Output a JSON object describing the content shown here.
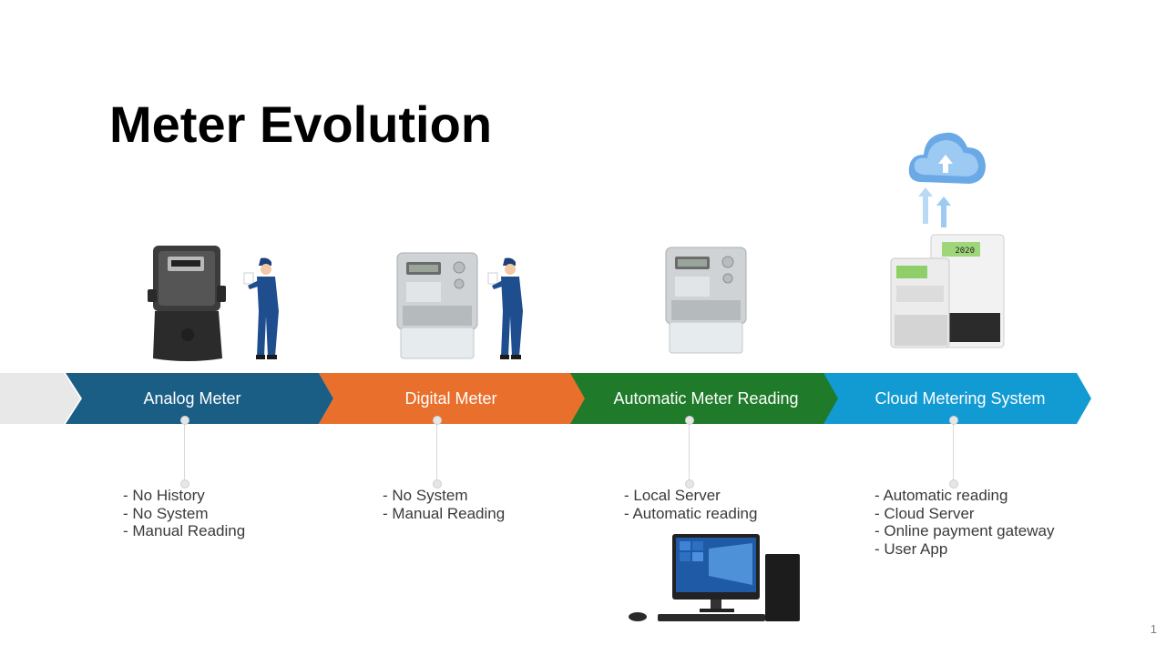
{
  "slide": {
    "title": "Meter Evolution",
    "page_number": "1"
  },
  "stages": [
    {
      "label": "Analog Meter",
      "color": "#1b5e85",
      "bullets": [
        "- No History",
        "- No System",
        "- Manual Reading"
      ]
    },
    {
      "label": "Digital Meter",
      "color": "#e86f2c",
      "bullets": [
        "- No System",
        "- Manual Reading"
      ]
    },
    {
      "label": "Automatic Meter Reading",
      "color": "#1f7a2a",
      "bullets": [
        "- Local Server",
        "- Automatic reading"
      ]
    },
    {
      "label": "Cloud Metering System",
      "color": "#129ad3",
      "bullets": [
        "- Automatic reading",
        "- Cloud Server",
        "- Online payment gateway",
        "- User App"
      ]
    }
  ],
  "icons": {
    "analog_meter": "analog-meter-icon",
    "technician": "technician-icon",
    "digital_meter": "digital-meter-icon",
    "smart_meter": "smart-meter-icon",
    "cloud": "cloud-upload-icon",
    "computer": "desktop-computer-icon"
  },
  "display": {
    "smart_meter_reading": "2020"
  }
}
